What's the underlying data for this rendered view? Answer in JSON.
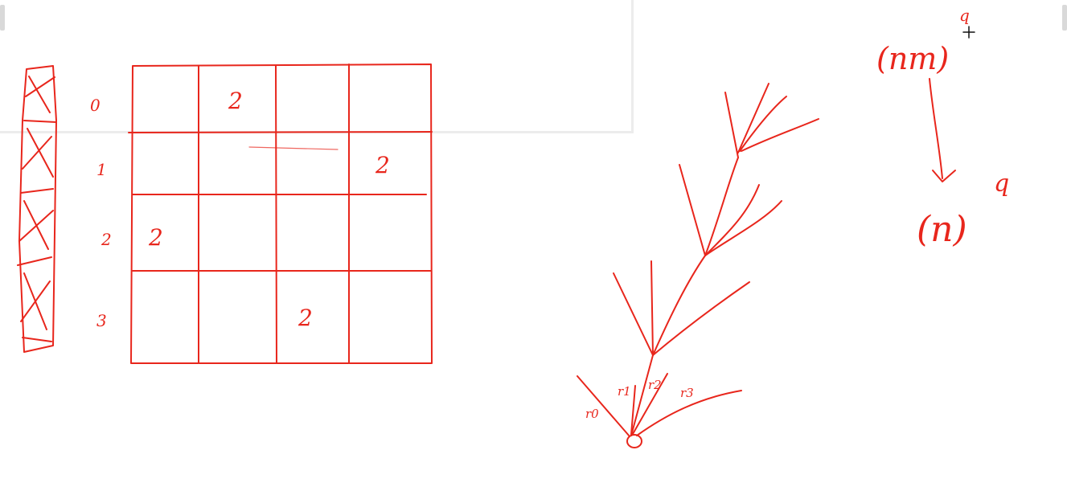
{
  "canvas": {
    "ink_color": "#e8261c",
    "background": "#ffffff",
    "tool": "crosshair-cursor"
  },
  "grid": {
    "row_labels": [
      "0",
      "1",
      "2",
      "3"
    ],
    "cells": [
      [
        "",
        "2",
        "",
        ""
      ],
      [
        "",
        "",
        "",
        "2"
      ],
      [
        "2",
        "",
        "",
        ""
      ],
      [
        "",
        "",
        "2",
        ""
      ]
    ]
  },
  "tree": {
    "root_label": "O",
    "branch_labels": [
      "r0",
      "r1",
      "r2",
      "r3"
    ]
  },
  "formula": {
    "top_base": "(nm)",
    "top_exponent": "q",
    "bottom_base": "(n)",
    "bottom_exponent": "q"
  }
}
